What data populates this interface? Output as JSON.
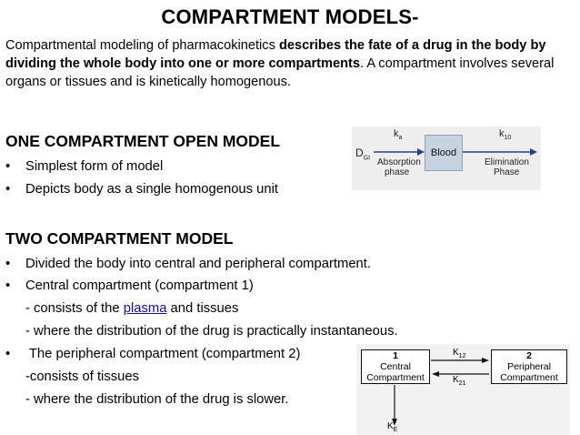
{
  "title": "COMPARTMENT MODELS-",
  "intro": {
    "part1": "Compartmental modeling of pharmacokinetics ",
    "bold": "describes the fate of a drug in the body by dividing the whole body into one or more compartments",
    "part2": ". A compartment involves several organs or tissues and is kinetically homogenous."
  },
  "one_compartment": {
    "heading": "ONE COMPARTMENT OPEN MODEL",
    "bullets": [
      "Simplest form of model",
      "Depicts body as a single homogenous unit"
    ]
  },
  "two_compartment": {
    "heading": "TWO COMPARTMENT MODEL",
    "bullet1": "Divided the body into central and peripheral compartment.",
    "bullet2": "Central compartment (compartment 1)",
    "line3_pre": "- consists of the ",
    "line3_link": "plasma",
    "line3_post": " and tissues",
    "line4": "-  where the distribution of the drug is practically instantaneous.",
    "bullet3": " The peripheral compartment (compartment 2)",
    "line6": "-consists of tissues",
    "line7": "- where the distribution of the drug is slower."
  },
  "diagram1": {
    "dose": "D",
    "dose_sub": "GI",
    "ka": "k",
    "ka_sub": "a",
    "absorption": [
      "Absorption",
      "phase"
    ],
    "blood": "Blood",
    "k10": "k",
    "k10_sub": "10",
    "elimination": [
      "Elimination",
      "Phase"
    ]
  },
  "diagram2": {
    "box1_num": "1",
    "box1_label": [
      "Central",
      "Compartment"
    ],
    "box2_num": "2",
    "box2_label": [
      "Peripheral",
      "Compartment"
    ],
    "k12": "K",
    "k12_sub": "12",
    "k21": "K",
    "k21_sub": "21",
    "ke": "K",
    "ke_sub": "E"
  },
  "bullet_symbol": "•"
}
